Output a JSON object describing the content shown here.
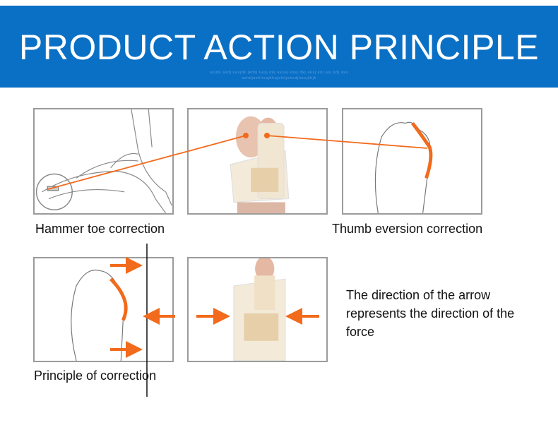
{
  "header": {
    "title": "PRODUCT ACTION PRINCIPLE",
    "watermark_line1": "asjdk asdj kasjdk jkdsj kasj dkj aksaj kasj dkj aksj kdj asj kdj aks",
    "watermark_line2": "ashdjashhsajdhajshdjahsdjhasjdhjk",
    "background_color": "#0a70c5"
  },
  "captions": {
    "hammer_toe": "Hammer toe correction",
    "thumb_eversion": "Thumb eversion correction",
    "principle": "Principle of correction",
    "arrow_note": "The direction of the arrow represents the direction of the force"
  },
  "colors": {
    "accent": "#f26a1b",
    "panel_border": "#9b9b9b"
  }
}
